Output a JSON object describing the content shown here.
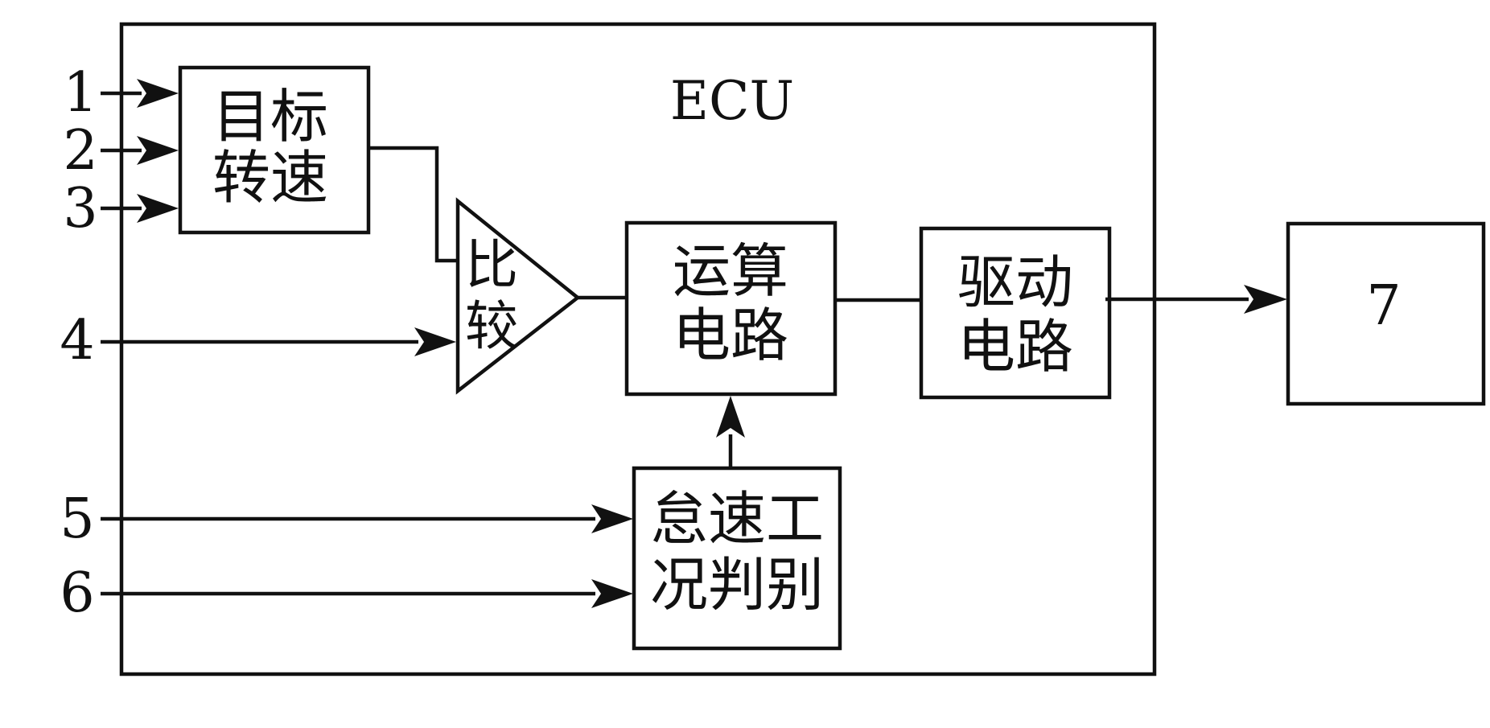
{
  "ecu_label": "ECU",
  "inputs": [
    "1",
    "2",
    "3",
    "4",
    "5",
    "6"
  ],
  "blocks": {
    "target_speed": [
      "目标",
      "转速"
    ],
    "comparator": [
      "比",
      "较"
    ],
    "arithmetic": [
      "运算",
      "电路"
    ],
    "driver": [
      "驱动",
      "电路"
    ],
    "idle_judge": [
      "怠速工",
      "况判别"
    ],
    "actuator": "7"
  }
}
